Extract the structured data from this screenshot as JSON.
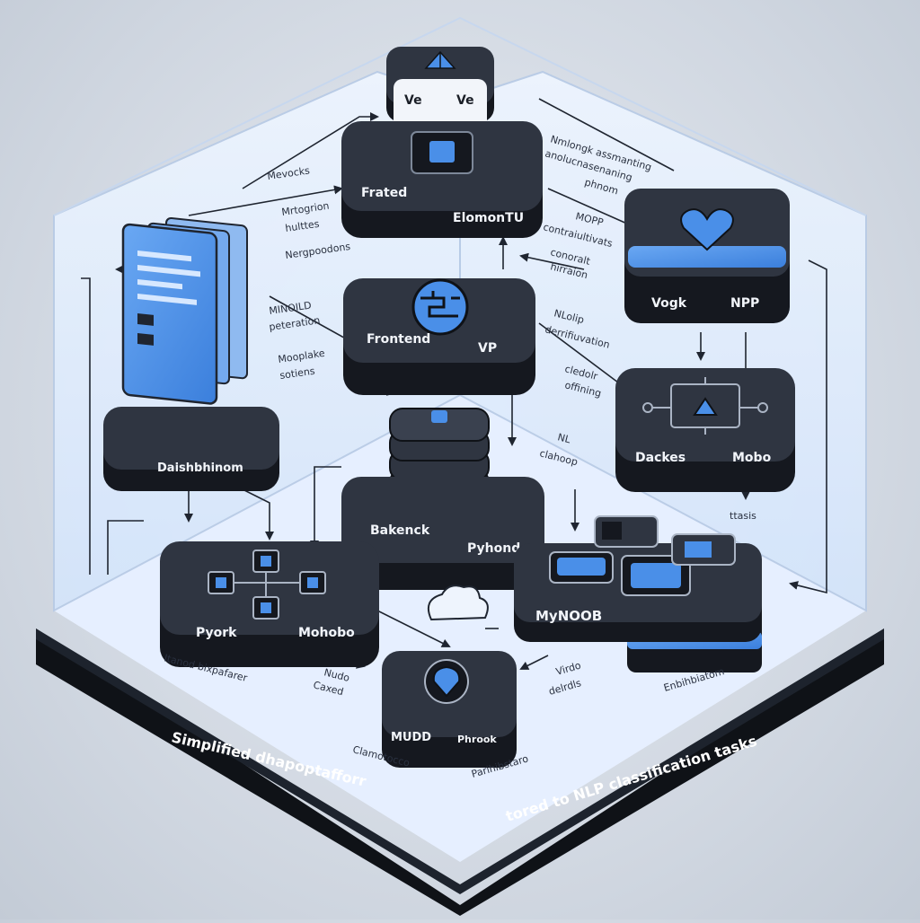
{
  "base": {
    "label_left": "Simplified dhapoptafforr",
    "label_right": "tored to NLP classification tasks"
  },
  "blocks": {
    "top_badge": {
      "left": "Ve",
      "right": "Ve"
    },
    "frontend_element": {
      "left": "Frated",
      "right": "ElomonTU"
    },
    "vogk_npp": {
      "left": "Vogk",
      "right": "NPP"
    },
    "frontend_vp": {
      "left": "Frontend",
      "right": "VP"
    },
    "dashboard": {
      "left": "Daishbhinom"
    },
    "backend_python": {
      "left": "Bakenck",
      "right": "Pyhond"
    },
    "dackes_mobo": {
      "left": "Dackes",
      "right": "Mobo"
    },
    "pyork_mohobo": {
      "left": "Pyork",
      "right": "Mohobo"
    },
    "mynoob": {
      "left": "MyNOOB"
    },
    "mudd_phrook": {
      "left": "MUDD",
      "right": "Phrook"
    }
  },
  "notes": {
    "n_mevocks": "Mevocks",
    "n_top_right_1": "Nmlongk assmanting",
    "n_top_right_2": "anolucnasenaning",
    "n_top_right_3": "phnom",
    "n_mrgrion_1": "Mrtogrion",
    "n_mrgrion_2": "hulttes",
    "n_nergpoodons": "Nergpoodons",
    "n_mopp_1": "MOPP",
    "n_mopp_2": "contraiultivats",
    "n_conoralt_1": "conoralt",
    "n_conoralt_2": "hirraion",
    "n_mnoild_1": "MINOILD",
    "n_mnoild_2": "peteration",
    "n_nlolip_1": "NLolip",
    "n_nlolip_2": "derrifiuvation",
    "n_mooplake_1": "Mooplake",
    "n_mooplake_2": "sotiens",
    "n_cledolr_1": "cledolr",
    "n_cledolr_2": "offining",
    "n_nl_1": "NL",
    "n_nl_2": "clahoop",
    "n_tasis": "ttasis",
    "n_bottom_left": "Itanod bixpafarer",
    "n_nudo_1": "Nudo",
    "n_nudo_2": "Caxed",
    "n_virdo_1": "Virdo",
    "n_virdo_2": "delrdls",
    "n_enbibation": "Enbihbiatom",
    "n_clamoboco": "Clamotocco",
    "n_parihibstaro": "Parihibstaro"
  },
  "colors": {
    "block_top": "#2f3541",
    "block_side": "#15181f",
    "accent": "#4a8fe8",
    "panel_face": "#dbe9fb",
    "base_dark": "#171b22"
  },
  "icons": {
    "top_badge": "pyramid-icon",
    "frontend_element": "chip-icon",
    "vogk_npp": "heart-icon",
    "frontend_vp": "maze-icon",
    "dashboard": "document-stack-icon",
    "backend_python": "database-stack-icon",
    "dackes_mobo": "circuit-icon",
    "pyork_mohobo": "network-icon",
    "mynoob": "blocks-icon",
    "mudd_phrook": "location-pin-icon",
    "center": "cloud-icon"
  }
}
